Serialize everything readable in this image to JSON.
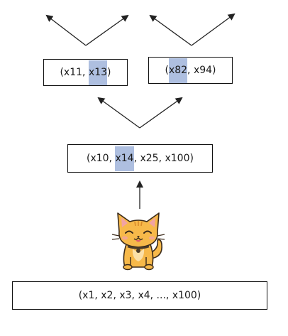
{
  "diagram": {
    "root_box": {
      "text": "(x1, x2, x3, x4, ..., x100)"
    },
    "mid_box": {
      "before": "(x10, ",
      "highlight": "x14",
      "after": ", x25, x100)"
    },
    "left_leaf": {
      "before": "(x11, ",
      "highlight": "x13",
      "after": ")"
    },
    "right_leaf": {
      "before": "(",
      "highlight": "x82",
      "after": ", x94)"
    },
    "colors": {
      "highlight": "#aebfe0",
      "border": "#111111",
      "cat_fur": "#f7b94a",
      "cat_outline": "#3a2a1a",
      "cat_ears_inner": "#f2a3a3",
      "collar": "#4a3b2a"
    },
    "icons": [
      "cat-mascot-icon",
      "arrow-icon"
    ]
  }
}
